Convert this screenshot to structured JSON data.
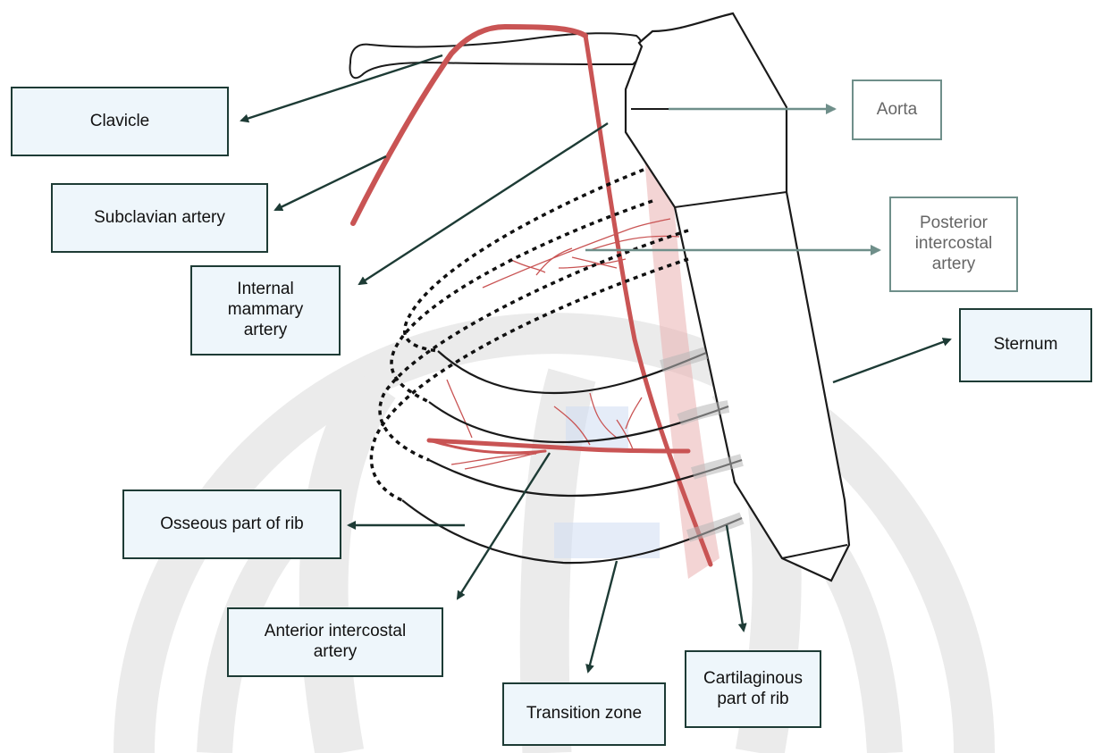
{
  "labels": {
    "clavicle": "Clavicle",
    "subclavian_artery": "Subclavian artery",
    "internal_mammary_artery": "Internal\nmammary\nartery",
    "aorta": "Aorta",
    "posterior_intercostal_artery": "Posterior\nintercostal\nartery",
    "sternum": "Sternum",
    "osseous_part_of_rib": "Osseous part of rib",
    "anterior_intercostal_artery": "Anterior intercostal\nartery",
    "transition_zone": "Transition zone",
    "cartilaginous_part_of_rib": "Cartilaginous\npart of rib"
  },
  "colors": {
    "artery": "#c94f4f",
    "aorta_band": "#e6a4a4",
    "arrow_dark": "#1d3b35",
    "arrow_light": "#6f8f8a",
    "transition_zone_fill": "#c9d8f0",
    "watermark": "#e9e9e9"
  }
}
